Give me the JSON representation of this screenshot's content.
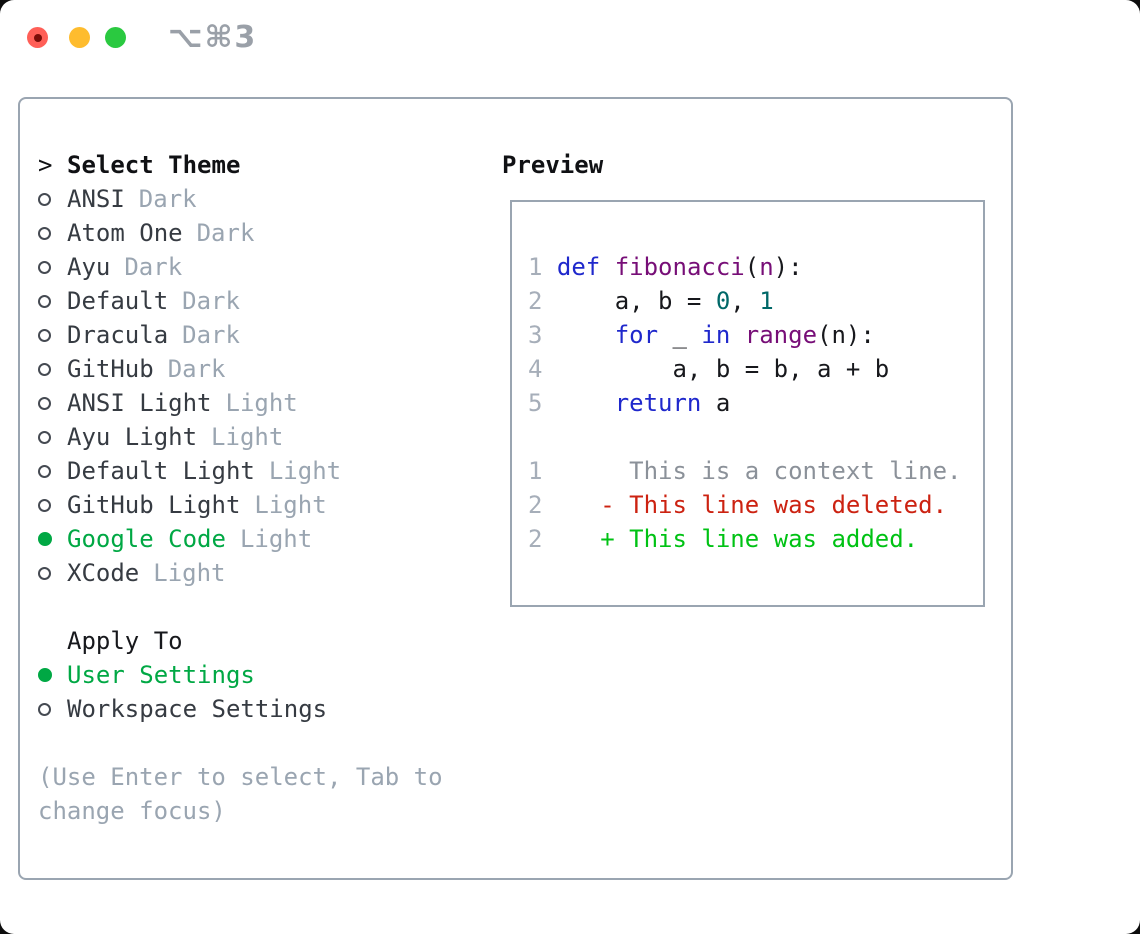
{
  "window": {
    "title_shortcut": "⌥⌘3"
  },
  "theme_panel": {
    "header_prefix": ">",
    "header_label": "Select Theme",
    "themes": [
      {
        "name": "ANSI",
        "variant": "Dark",
        "selected": false
      },
      {
        "name": "Atom One",
        "variant": "Dark",
        "selected": false
      },
      {
        "name": "Ayu",
        "variant": "Dark",
        "selected": false
      },
      {
        "name": "Default",
        "variant": "Dark",
        "selected": false
      },
      {
        "name": "Dracula",
        "variant": "Dark",
        "selected": false
      },
      {
        "name": "GitHub",
        "variant": "Dark",
        "selected": false
      },
      {
        "name": "ANSI Light",
        "variant": "Light",
        "selected": false
      },
      {
        "name": "Ayu Light",
        "variant": "Light",
        "selected": false
      },
      {
        "name": "Default Light",
        "variant": "Light",
        "selected": false
      },
      {
        "name": "GitHub Light",
        "variant": "Light",
        "selected": false
      },
      {
        "name": "Google Code",
        "variant": "Light",
        "selected": true
      },
      {
        "name": "XCode",
        "variant": "Light",
        "selected": false
      }
    ],
    "apply_to_label": "Apply To",
    "apply_options": [
      {
        "label": "User Settings",
        "selected": true
      },
      {
        "label": "Workspace Settings",
        "selected": false
      }
    ],
    "hint_line1": "(Use Enter to select, Tab to",
    "hint_line2": "change focus)"
  },
  "preview": {
    "label": "Preview",
    "code_rows": [
      {
        "no": "1",
        "tokens": [
          {
            "t": "def",
            "c": "kw"
          },
          {
            "t": " ",
            "c": "pl"
          },
          {
            "t": "fibonacci",
            "c": "ty"
          },
          {
            "t": "(",
            "c": "pl"
          },
          {
            "t": "n",
            "c": "ty"
          },
          {
            "t": "):",
            "c": "pl"
          }
        ]
      },
      {
        "no": "2",
        "tokens": [
          {
            "t": "    a, b = ",
            "c": "pl"
          },
          {
            "t": "0",
            "c": "lit"
          },
          {
            "t": ", ",
            "c": "pl"
          },
          {
            "t": "1",
            "c": "lit"
          }
        ]
      },
      {
        "no": "3",
        "tokens": [
          {
            "t": "    ",
            "c": "pl"
          },
          {
            "t": "for",
            "c": "kw"
          },
          {
            "t": " _ ",
            "c": "pl"
          },
          {
            "t": "in",
            "c": "kw"
          },
          {
            "t": " ",
            "c": "pl"
          },
          {
            "t": "range",
            "c": "ty"
          },
          {
            "t": "(n):",
            "c": "pl"
          }
        ]
      },
      {
        "no": "4",
        "tokens": [
          {
            "t": "        a, b = b, a + b",
            "c": "pl"
          }
        ]
      },
      {
        "no": "5",
        "tokens": [
          {
            "t": "    ",
            "c": "pl"
          },
          {
            "t": "return",
            "c": "kw"
          },
          {
            "t": " a",
            "c": "pl"
          }
        ]
      },
      {
        "no": "",
        "tokens": []
      },
      {
        "no": "1",
        "tokens": [
          {
            "t": "     This is a context line.",
            "c": "ctx"
          }
        ]
      },
      {
        "no": "2",
        "tokens": [
          {
            "t": "   ",
            "c": "pl"
          },
          {
            "t": "- This line was deleted.",
            "c": "del"
          }
        ]
      },
      {
        "no": "2",
        "tokens": [
          {
            "t": "   ",
            "c": "pl"
          },
          {
            "t": "+ This line was added.",
            "c": "add"
          }
        ]
      }
    ]
  },
  "colors": {
    "accent_green": "#00a844",
    "kw": "#1f28cc",
    "ty": "#770e77",
    "lit": "#006868",
    "pl": "#17181c",
    "lineno": "#a6aeb9",
    "ctx": "#8b9199",
    "del": "#cc2211",
    "add": "#00c214",
    "muted": "#9aa5b1",
    "dark_text": "#363b42",
    "border": "#9aa5b1",
    "title_gray": "#9aa0a8",
    "light_red": "#ff5f57",
    "light_yellow": "#febc2e",
    "light_green": "#2ac940"
  }
}
